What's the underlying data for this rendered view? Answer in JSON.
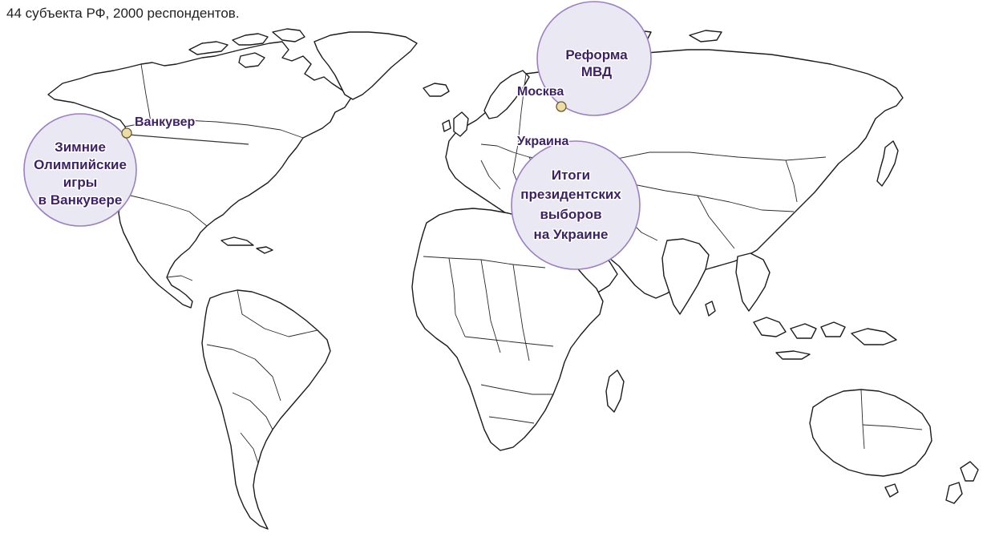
{
  "caption": {
    "line1": "",
    "line2": "44 субъекта РФ, 2000 респондентов."
  },
  "colors": {
    "label_text": "#3d2266",
    "bubble_fill": "#eae8f2",
    "bubble_stroke": "#9b7fc4",
    "city_dot_fill": "#ecdca6",
    "land_outline": "#1c1c1c"
  },
  "cities": [
    {
      "name": "Ванкувер",
      "icon": "city-dot-icon"
    },
    {
      "name": "Москва",
      "icon": "city-dot-icon"
    }
  ],
  "regions": [
    {
      "name": "Украина"
    }
  ],
  "topics": [
    {
      "id": "vancouver",
      "lines": [
        "Зимние",
        "Олимпийские",
        "игры",
        "в Ванкувере"
      ]
    },
    {
      "id": "mvd",
      "lines": [
        "Реформа",
        "МВД"
      ]
    },
    {
      "id": "ukraine",
      "lines": [
        "Итоги",
        "президентских",
        "выборов",
        "на Украине"
      ]
    }
  ]
}
